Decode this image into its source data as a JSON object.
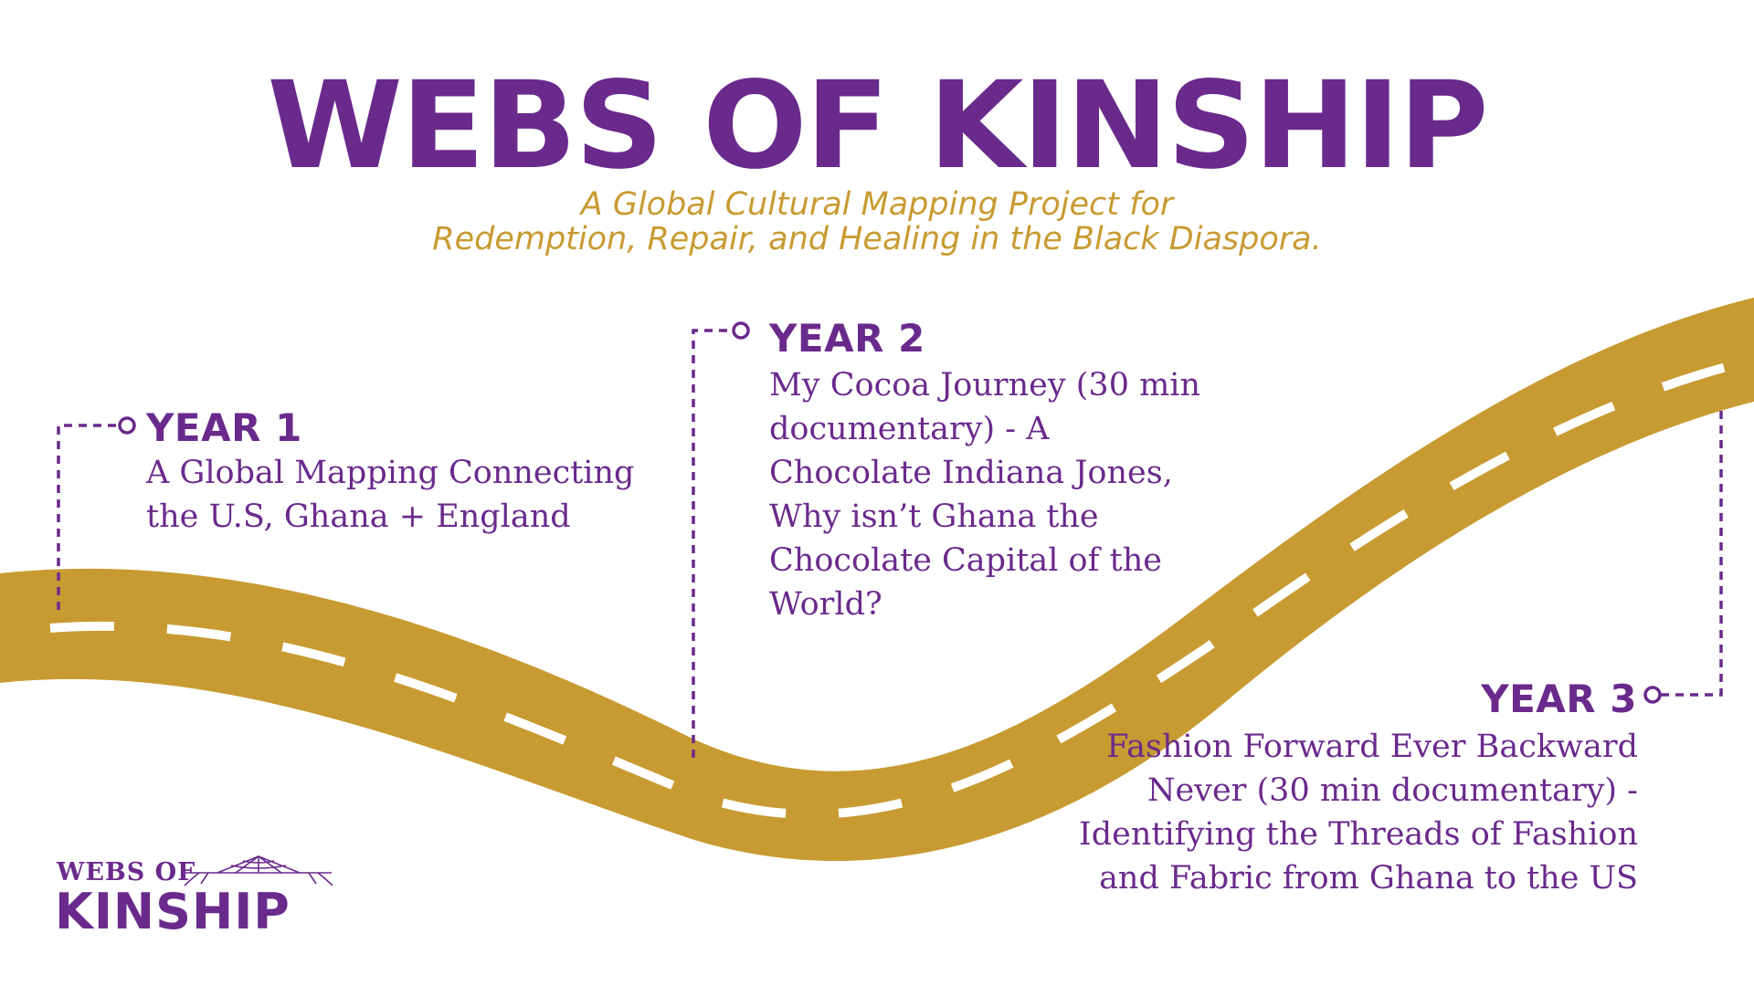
{
  "title": "WEBS OF KINSHIP",
  "subtitle": {
    "line1": "A Global Cultural Mapping Project for",
    "line2": "Redemption, Repair, and Healing in the Black Diaspora."
  },
  "milestones": [
    {
      "label": "YEAR 1",
      "text": "A Global Mapping Connecting the U.S, Ghana + England"
    },
    {
      "label": "YEAR 2",
      "text": "My Cocoa Journey (30 min documentary) - A Chocolate Indiana Jones, Why isn’t Ghana the Chocolate Capital of the World?"
    },
    {
      "label": "YEAR 3",
      "text": "Fashion Forward Ever Backward Never (30 min documentary) - Identifying the Threads of Fashion and Fabric from Ghana to the US"
    }
  ],
  "logo": {
    "top": "WEBS OF",
    "bottom": "KINSHIP"
  },
  "colors": {
    "purple": "#6a2a8c",
    "gold": "#c89b32",
    "road": "#c89b32",
    "lane": "#ffffff"
  }
}
